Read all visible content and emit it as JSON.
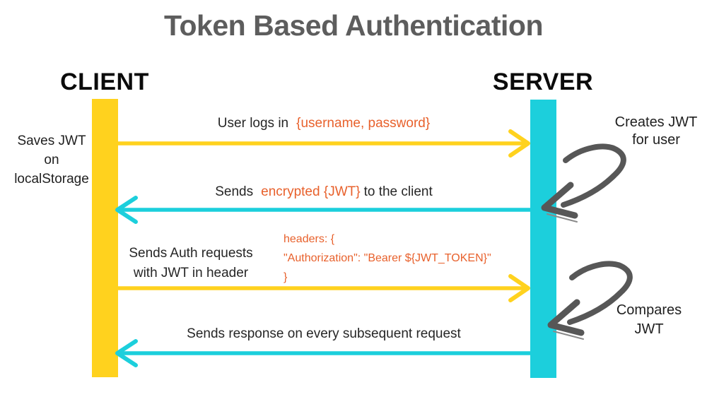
{
  "title": "Token Based Authentication",
  "actors": {
    "client": {
      "label": "CLIENT"
    },
    "server": {
      "label": "SERVER"
    }
  },
  "client_note": {
    "line1": "Saves JWT",
    "line2": "on",
    "line3": "localStorage"
  },
  "messages": {
    "login": {
      "black": "User logs in",
      "orange": "{username, password}",
      "direction": "client-to-server"
    },
    "send_jwt": {
      "black_pre": "Sends",
      "orange": "encrypted {JWT}",
      "black_post": "to the client",
      "direction": "server-to-client"
    },
    "auth_request": {
      "label_line1": "Sends Auth requests",
      "label_line2": "with JWT in header",
      "code_line1": "headers: {",
      "code_line2": "\"Authorization\": \"Bearer ${JWT_TOKEN}\"",
      "code_line3": "}",
      "direction": "client-to-server"
    },
    "response": {
      "black": "Sends response on every subsequent request",
      "direction": "server-to-client"
    }
  },
  "server_annotations": {
    "creates": {
      "line1": "Creates JWT",
      "line2": "for user"
    },
    "compares": {
      "line1": "Compares",
      "line2": "JWT"
    }
  },
  "colors": {
    "client_bar": "#FFD21E",
    "server_bar": "#1CCFDC",
    "highlight_text": "#E8612C",
    "title_text": "#5d5d5d",
    "annotation_arrow": "#575757",
    "body_text": "#262626"
  }
}
